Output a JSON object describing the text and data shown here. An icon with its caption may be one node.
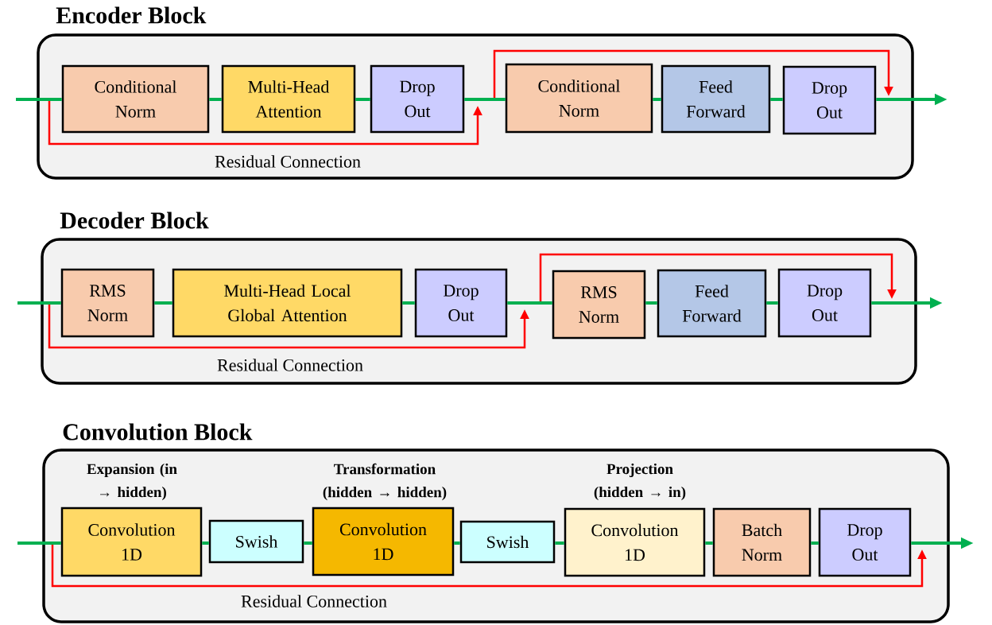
{
  "diagram": {
    "nodes": [
      {
        "text": [
          "Encoder Block"
        ]
      },
      {
        "text": [
          "Conditional Norm"
        ],
        "in": 0
      },
      {
        "text": [
          "Multi-Head Attention"
        ],
        "in": 0
      },
      {
        "text": [
          "Drop Out"
        ],
        "in": 0
      },
      {
        "text": [
          "Conditional Norm"
        ],
        "in": 0
      },
      {
        "text": [
          "Feed Forward"
        ],
        "in": 0
      },
      {
        "text": [
          "Drop Out"
        ],
        "in": 0
      },
      {
        "text": [
          "Decoder Block"
        ]
      },
      {
        "text": [
          "RMS Norm"
        ],
        "in": 7
      },
      {
        "text": [
          "Multi-Head Local Global Attention"
        ],
        "in": 7
      },
      {
        "text": [
          "Drop Out"
        ],
        "in": 7
      },
      {
        "text": [
          "RMS Norm"
        ],
        "in": 7
      },
      {
        "text": [
          "Feed Forward"
        ],
        "in": 7
      },
      {
        "text": [
          "Drop Out"
        ],
        "in": 7
      },
      {
        "text": [
          "Convolution Block"
        ]
      },
      {
        "text": [
          "Expansion (in → hidden)",
          "Convolution 1D"
        ],
        "in": 14
      },
      {
        "text": [
          "Swish"
        ],
        "in": 14
      },
      {
        "text": [
          "Transformation (hidden → hidden)",
          "Convolution 1D"
        ],
        "in": 14
      },
      {
        "text": [
          "Swish"
        ],
        "in": 14
      },
      {
        "text": [
          "Projection (hidden → in)",
          "Convolution 1D"
        ],
        "in": 14
      },
      {
        "text": [
          "Batch Norm"
        ],
        "in": 14
      },
      {
        "text": [
          "Drop Out"
        ],
        "in": 14
      }
    ],
    "edges": [
      {
        "from": null,
        "to": 1,
        "arrow": "none"
      },
      {
        "from": 1,
        "to": 2,
        "arrow": "none"
      },
      {
        "from": 2,
        "to": 3,
        "arrow": "none"
      },
      {
        "from": 3,
        "to": 4,
        "arrow": "none"
      },
      {
        "from": 4,
        "to": 5,
        "arrow": "none"
      },
      {
        "from": 5,
        "to": 6,
        "arrow": "none"
      },
      {
        "from": 6,
        "to": null,
        "arrow": "to"
      },
      {
        "from": null,
        "to": 8,
        "arrow": "none"
      },
      {
        "from": 8,
        "to": 9,
        "arrow": "none"
      },
      {
        "from": 9,
        "to": 10,
        "arrow": "none"
      },
      {
        "from": 10,
        "to": 11,
        "arrow": "none"
      },
      {
        "from": 11,
        "to": 12,
        "arrow": "none"
      },
      {
        "from": 12,
        "to": 13,
        "arrow": "none"
      },
      {
        "from": 13,
        "to": null,
        "arrow": "to"
      },
      {
        "from": null,
        "to": 15,
        "arrow": "none"
      },
      {
        "from": 15,
        "to": 16,
        "arrow": "none"
      },
      {
        "from": 16,
        "to": 17,
        "arrow": "none"
      },
      {
        "from": 17,
        "to": 18,
        "arrow": "none"
      },
      {
        "from": 18,
        "to": 19,
        "arrow": "none"
      },
      {
        "from": 19,
        "to": 20,
        "arrow": "none"
      },
      {
        "from": 20,
        "to": 21,
        "arrow": "none"
      },
      {
        "from": 21,
        "to": null,
        "arrow": "to"
      }
    ],
    "labels": [
      "Residual Connection",
      "Residual Connection",
      "Residual Connection"
    ]
  }
}
